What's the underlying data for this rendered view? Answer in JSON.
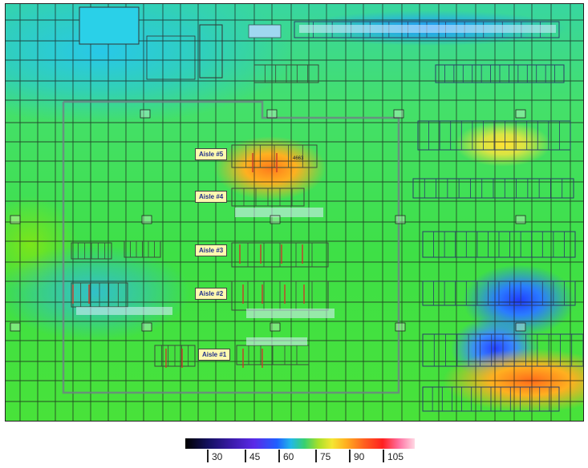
{
  "map": {
    "aisle_labels": [
      "Aisle #5",
      "Aisle #4",
      "Aisle #3",
      "Aisle #2",
      "Aisle #1"
    ],
    "small_tag": "4663"
  },
  "legend": {
    "ticks": [
      "30",
      "45",
      "60",
      "75",
      "90",
      "105"
    ],
    "colors": [
      "#000000",
      "#3a1aa8",
      "#2060ff",
      "#38d070",
      "#f5e632",
      "#ffb020",
      "#ff2020",
      "#ffd8e4"
    ]
  }
}
